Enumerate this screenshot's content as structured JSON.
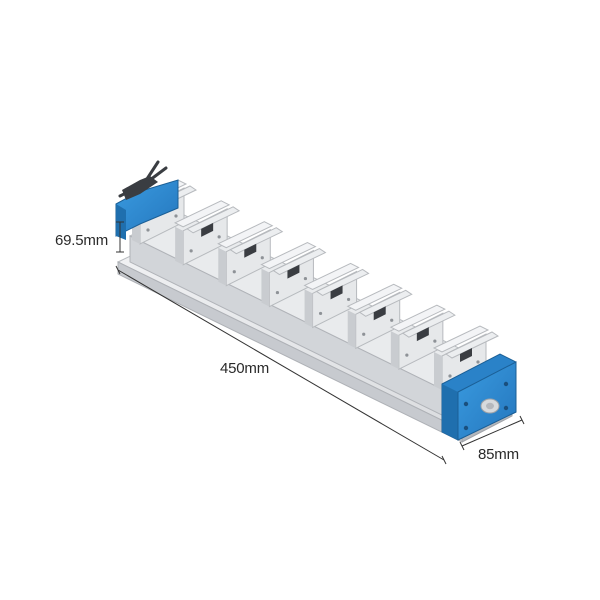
{
  "dimensions": {
    "height": "69.5mm",
    "length": "450mm",
    "width": "85mm"
  },
  "colors": {
    "end_block": "#2f8fd6",
    "end_block_dark": "#1f6fae",
    "frame": "#e6e8ea",
    "frame_shade": "#c9ccd0",
    "base": "#dfe1e4",
    "dark_parts": "#3a3d42",
    "dimension_line": "#333333"
  },
  "object": {
    "type": "multi-station vise assembly",
    "stations": 8
  }
}
